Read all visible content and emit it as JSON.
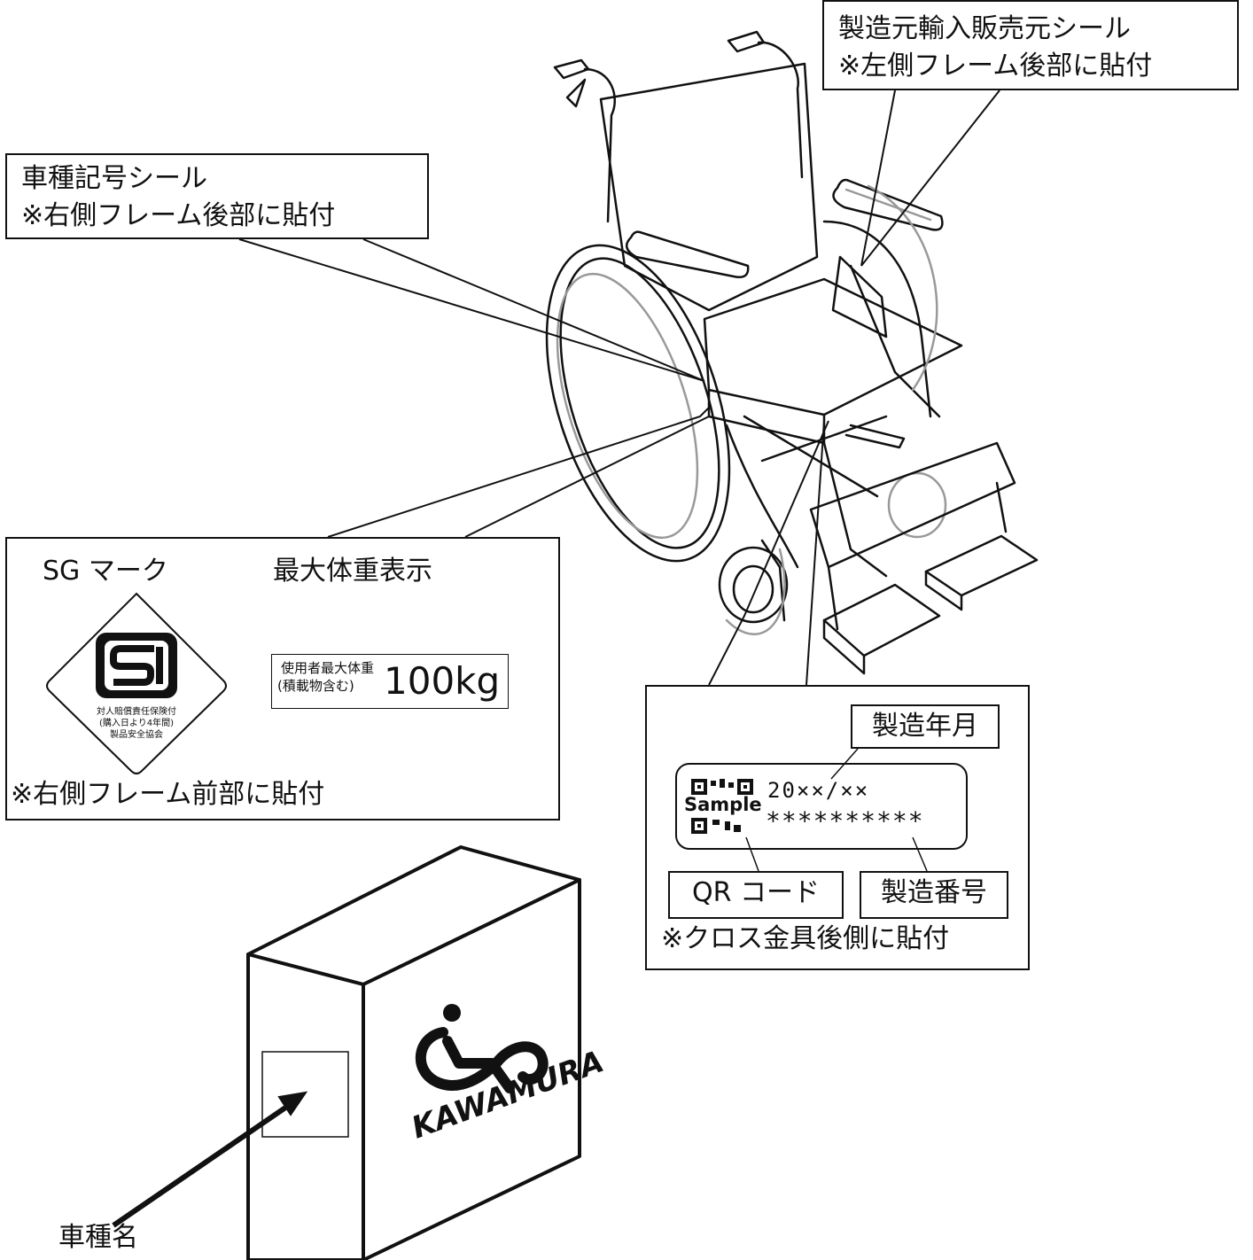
{
  "callouts": {
    "manufacturer": {
      "line1": "製造元輸入販売元シール",
      "line2": "※左側フレーム後部に貼付"
    },
    "model_code": {
      "line1": "車種記号シール",
      "line2": "※右側フレーム後部に貼付"
    },
    "sg_panel": {
      "sg_title": "SG マーク",
      "weight_title": "最大体重表示",
      "sg_seal_line1": "対人賠償責任保険付",
      "sg_seal_line2": "(購入日より4年間)",
      "sg_seal_line3": "製品安全協会",
      "weight_label_line1": "使用者最大体重",
      "weight_label_line2": "(積載物含む)",
      "weight_value": "100kg",
      "note": "※右側フレーム前部に貼付"
    },
    "serial_panel": {
      "date_tag": "製造年月",
      "date_value": "20××/××",
      "serial_value": "**********",
      "qr_sample": "Sample",
      "qr_tag": "QR コード",
      "serial_tag": "製造番号",
      "note": "※クロス金具後側に貼付"
    }
  },
  "box": {
    "brand": "KAWAMURA",
    "label": "車種名"
  }
}
